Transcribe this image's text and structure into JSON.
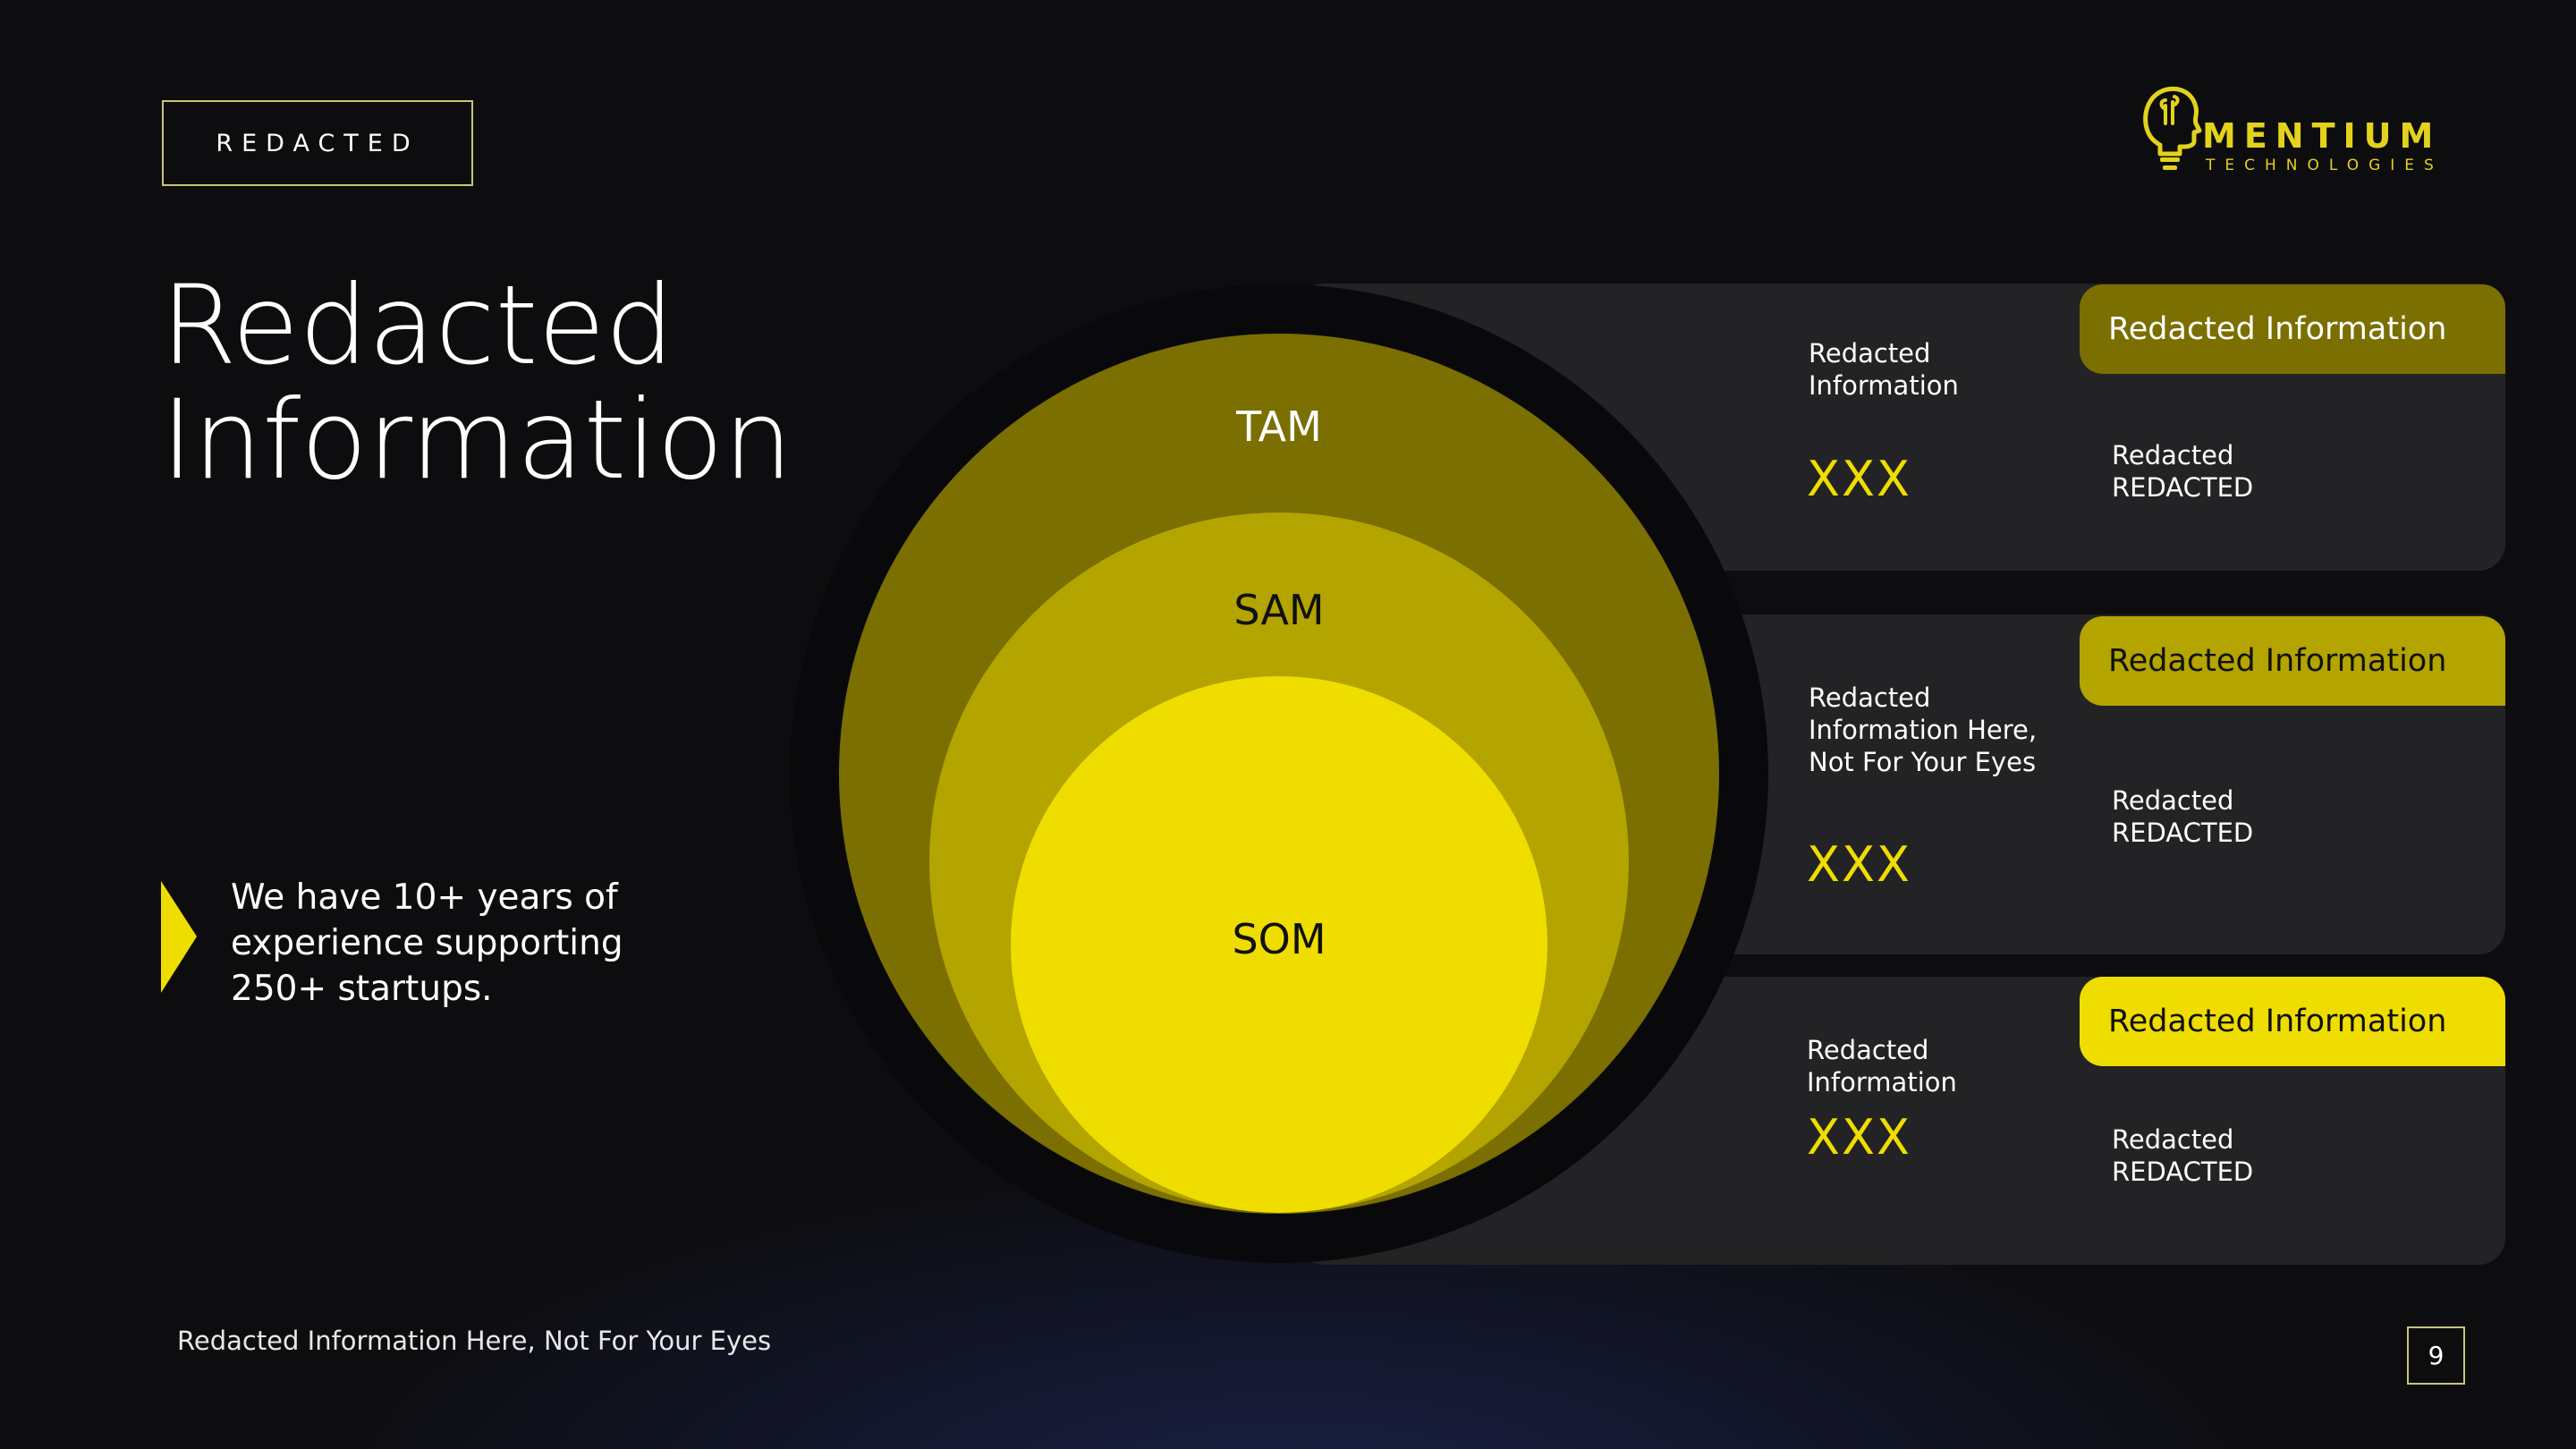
{
  "header": {
    "tag": "REDACTED"
  },
  "title": {
    "line1": "Redacted",
    "line2": "Information"
  },
  "bullet": {
    "line1": "We have 10+ years of",
    "line2": "experience supporting",
    "line3": "250+ startups."
  },
  "footer": {
    "text": "Redacted Information Here, Not For Your Eyes"
  },
  "page_number": "9",
  "logo": {
    "word": "MENTIUM",
    "sub": "TECHNOLOGIES",
    "icon": "lightbulb-head-icon"
  },
  "colors": {
    "tam": "#7a6f00",
    "sam": "#b3a400",
    "som": "#efdd00",
    "accent": "#efdd00",
    "background": "#0d0d0f",
    "card": "#232325"
  },
  "venn": {
    "tam": "TAM",
    "sam": "SAM",
    "som": "SOM"
  },
  "cards": [
    {
      "tab": "Redacted Information",
      "label_lines": [
        "Redacted",
        "Information"
      ],
      "value": "XXX",
      "sub_lines": [
        "Redacted",
        "REDACTED"
      ]
    },
    {
      "tab": "Redacted Information",
      "label_lines": [
        "Redacted",
        "Information Here,",
        "Not For Your Eyes"
      ],
      "value": "XXX",
      "sub_lines": [
        "Redacted",
        "REDACTED"
      ]
    },
    {
      "tab": "Redacted Information",
      "label_lines": [
        "Redacted",
        "Information"
      ],
      "value": "XXX",
      "sub_lines": [
        "Redacted",
        "REDACTED"
      ]
    }
  ]
}
